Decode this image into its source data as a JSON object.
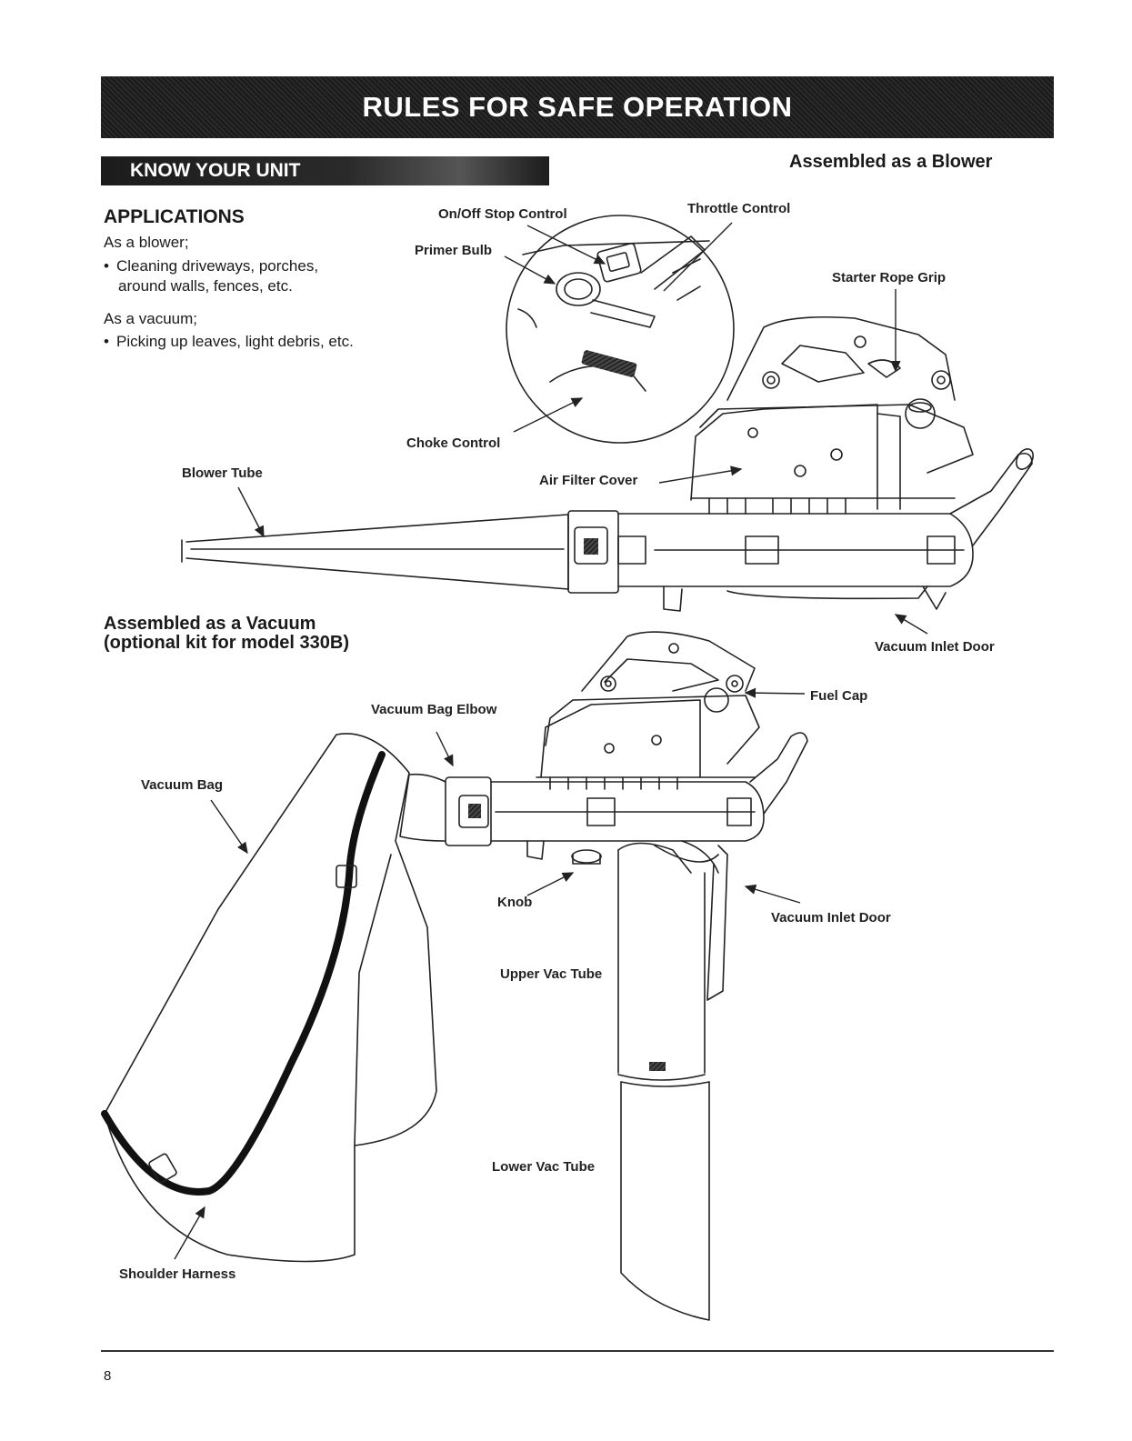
{
  "header": {
    "banner_title": "RULES FOR SAFE OPERATION",
    "section_title": "KNOW YOUR UNIT"
  },
  "applications": {
    "title": "APPLICATIONS",
    "blower_intro": "As a blower;",
    "blower_bullet_line1": "Cleaning driveways, porches,",
    "blower_bullet_line2": "around walls, fences, etc.",
    "vacuum_intro": "As a vacuum;",
    "vacuum_bullet": "Picking up leaves, light debris, etc.",
    "bullet_char": "•"
  },
  "blower_diagram": {
    "heading": "Assembled as a Blower",
    "labels": {
      "onoff": "On/Off Stop Control",
      "throttle": "Throttle Control",
      "primer": "Primer Bulb",
      "starter": "Starter Rope Grip",
      "choke": "Choke Control",
      "blower_tube": "Blower Tube",
      "air_filter": "Air Filter Cover",
      "vac_inlet_door": "Vacuum Inlet Door"
    }
  },
  "vacuum_diagram": {
    "heading_line1": "Assembled as a Vacuum",
    "heading_line2": "(optional kit for model 330B)",
    "labels": {
      "fuel_cap": "Fuel Cap",
      "bag_elbow": "Vacuum Bag Elbow",
      "vac_bag": "Vacuum Bag",
      "knob": "Knob",
      "vac_inlet_door": "Vacuum Inlet Door",
      "upper_tube": "Upper Vac Tube",
      "lower_tube": "Lower Vac Tube",
      "harness": "Shoulder Harness"
    }
  },
  "footer": {
    "page_number": "8"
  }
}
